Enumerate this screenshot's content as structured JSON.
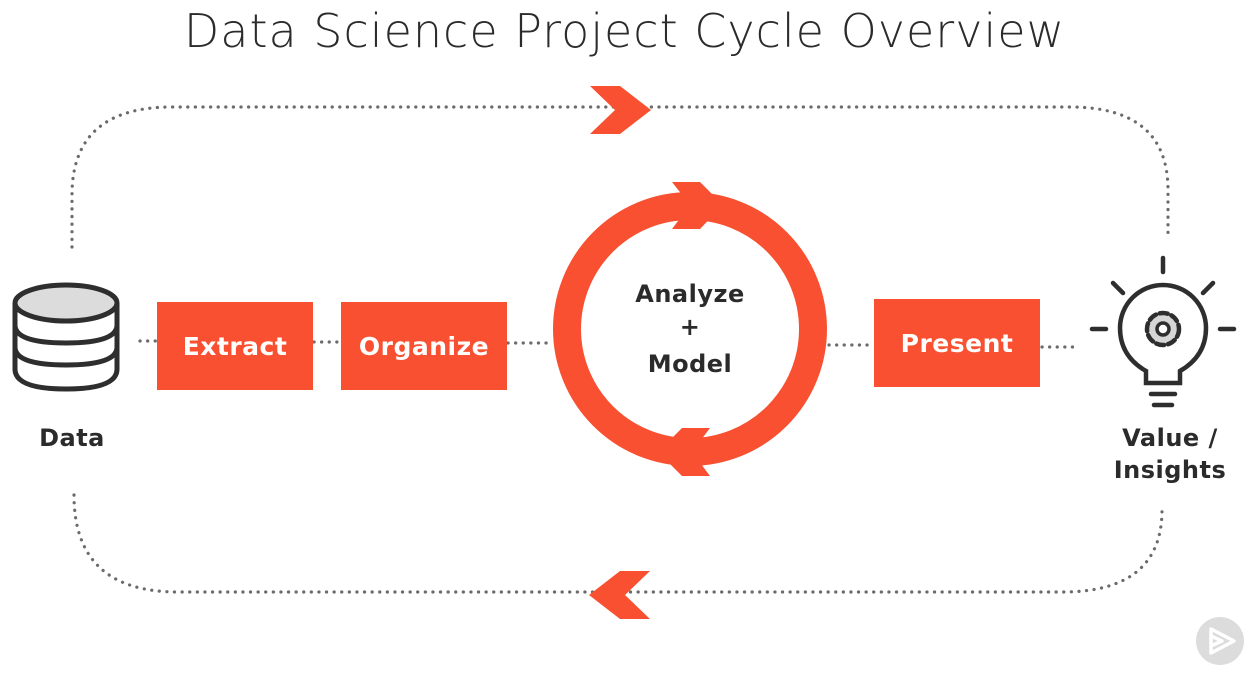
{
  "title": "Data Science Project Cycle Overview",
  "nodes": {
    "data": "Data",
    "extract": "Extract",
    "organize": "Organize",
    "analyze_line1": "Analyze",
    "analyze_line2": "+",
    "analyze_line3": "Model",
    "present": "Present",
    "value_line1": "Value /",
    "value_line2": "Insights"
  },
  "icons": {
    "data": "database-icon",
    "value": "lightbulb-gear-icon",
    "badge": "play-logo-icon"
  },
  "colors": {
    "accent": "#f85031",
    "text": "#2b2b2b",
    "dots": "#6b6b6b",
    "badge": "#dcdcdc"
  }
}
